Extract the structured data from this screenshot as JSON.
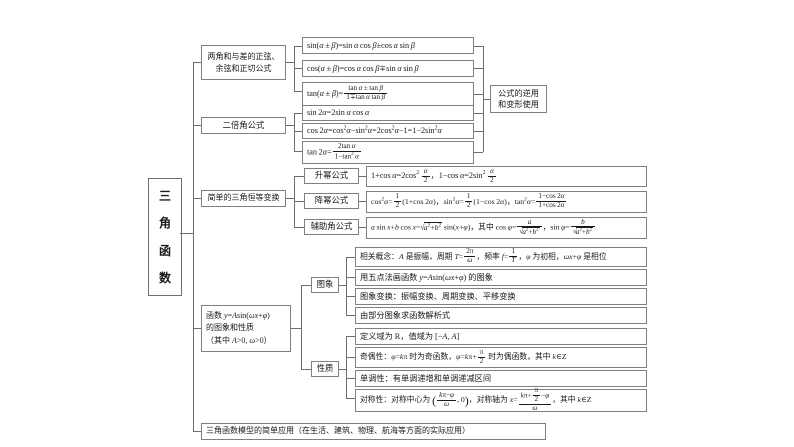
{
  "title": {
    "chars": [
      "三",
      "角",
      "函",
      "数"
    ],
    "text": "三角函数"
  },
  "branches": {
    "sum_diff": {
      "label": "两角和与差的正弦、余弦和正切公式"
    },
    "double": {
      "label": "二倍角公式"
    },
    "identity": {
      "label": "简单的三角恒等变换"
    },
    "function": {
      "label": "函数 y=Asin(ωx+φ) 的图象和性质（其中 A>0, ω>0）"
    },
    "application": {
      "label": "三角函数模型的简单应用（在生活、建筑、物理、航海等方面的实际应用）"
    }
  },
  "formulas": {
    "sum_sin": "sin(α±β)=sin α cos β±cos α sin β",
    "sum_cos": "cos(α±β)=cos α cos β∓sin α sin β",
    "sum_tan": "tan(α±β)=(tan α±tan β)/(1∓tan α tan β)",
    "dbl_sin": "sin 2α=2sin α cos α",
    "dbl_cos": "cos 2α=cos²α−sin²α=2cos²α−1=1−2sin²α",
    "dbl_tan": "tan 2α=2tan α/(1−tan²α)",
    "note": "公式的逆用和变形使用"
  },
  "identity_items": {
    "raise": {
      "label": "升幂公式",
      "content": "1+cos α=2cos²(α/2)，1−cos α=2sin²(α/2)"
    },
    "lower": {
      "label": "降幂公式",
      "content": "cos²α=1/2(1+cos 2α)，sin²α=1/2(1−cos 2α)，tan²α=(1−cos 2α)/(1+cos 2α)"
    },
    "auxiliary": {
      "label": "辅助角公式",
      "content": "a sin x+b cos x=√(a²+b²) sin(x+φ)，其中 cos φ=a/√(a²+b²)，sin φ=b/√(a²+b²)"
    }
  },
  "graph": {
    "label": "图象",
    "items": [
      "相关概念：A 是振幅，周期 T=2π/ω，频率 f=1/T，φ 为初相，ωx+φ 是相位",
      "用五点法画函数 y=Asin(ωx+φ) 的图象",
      "图象变换：振幅变换、周期变换、平移变换",
      "由部分图象求函数解析式"
    ]
  },
  "property": {
    "label": "性质",
    "items": [
      "定义域为 R，值域为 [−A, A]",
      "奇偶性：φ=kπ 时为奇函数，φ=kπ+π/2 时为偶函数，其中 k∈Z",
      "单调性：有单调递增和单调递减区间",
      "对称性：对称中心为 ((kπ−φ)/ω, 0)，对称轴为 x=(kπ+π/2−φ)/ω，其中 k∈Z"
    ]
  },
  "colors": {
    "border": "#808080",
    "text": "#1a1a1a",
    "background": "#ffffff"
  }
}
